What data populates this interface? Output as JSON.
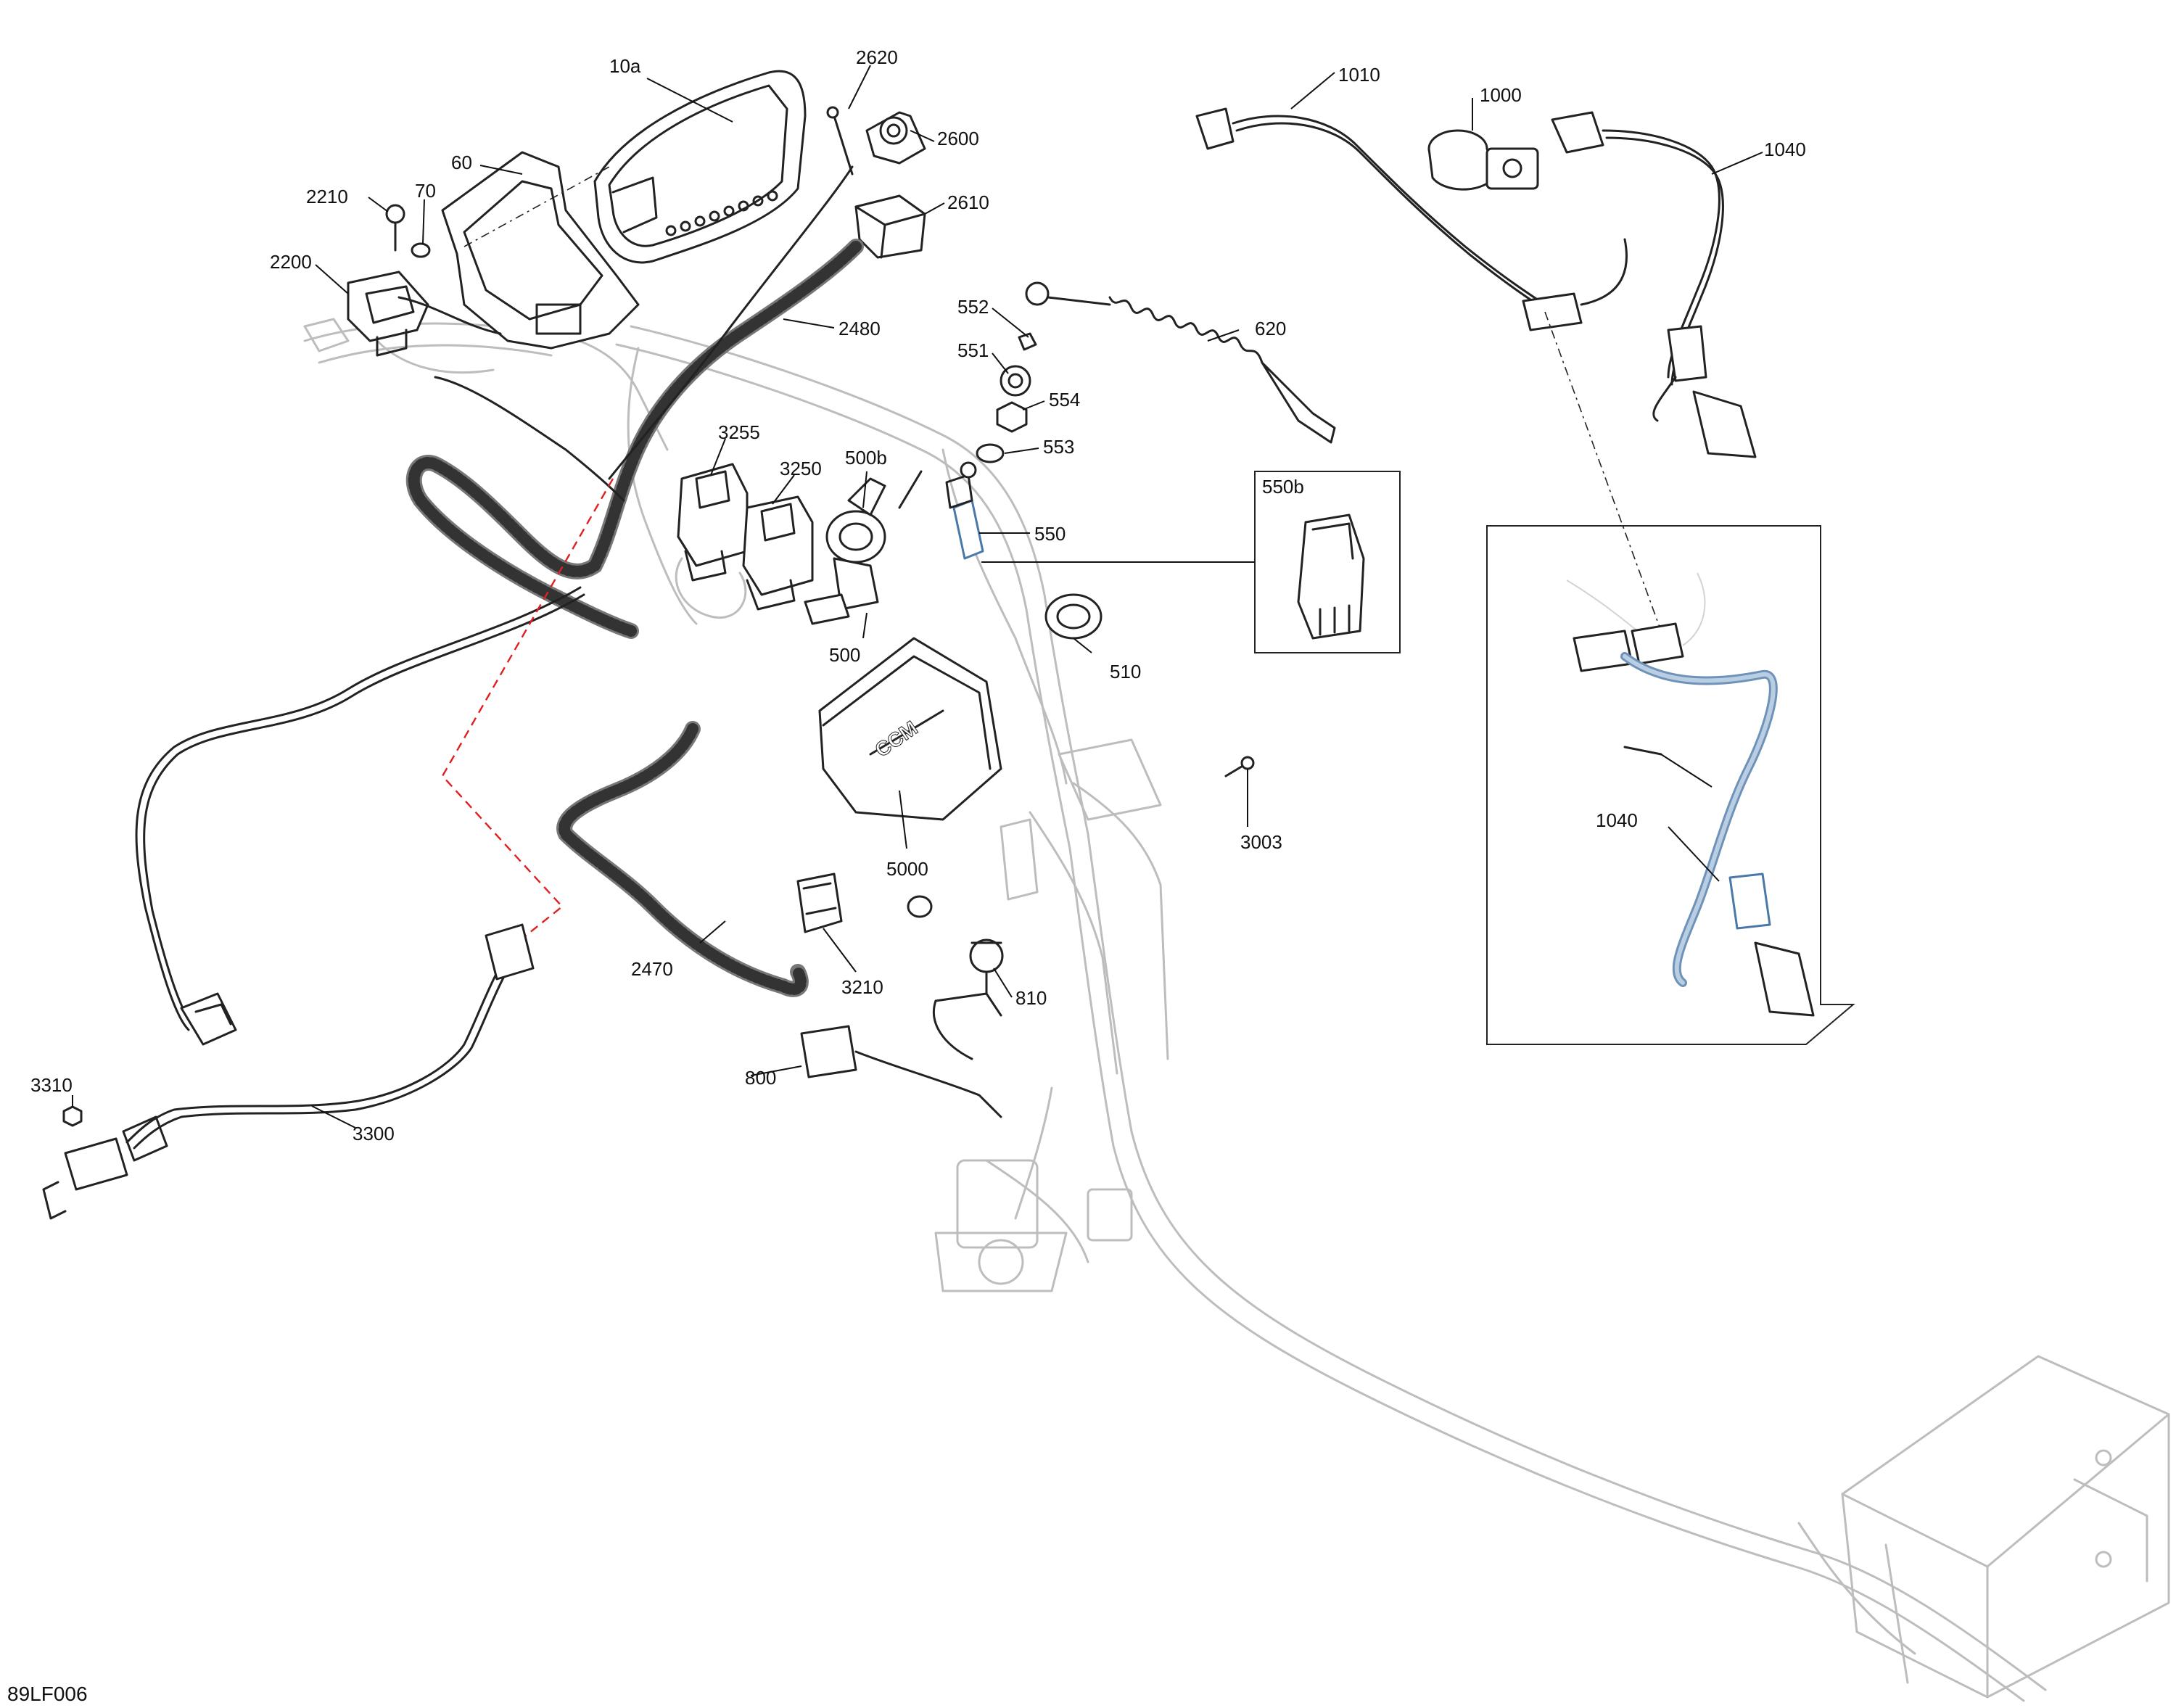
{
  "diagram_id": "89LF006",
  "callouts": {
    "c10a": "10a",
    "c2620": "2620",
    "c2600": "2600",
    "c2610": "2610",
    "c60": "60",
    "c70": "70",
    "c2210": "2210",
    "c2200": "2200",
    "c2480": "2480",
    "c552": "552",
    "c551": "551",
    "c554": "554",
    "c553": "553",
    "c620": "620",
    "c3255": "3255",
    "c3250": "3250",
    "c500b": "500b",
    "c550": "550",
    "c550b": "550b",
    "c510": "510",
    "c500": "500",
    "c5000": "5000",
    "c3003": "3003",
    "c2470": "2470",
    "c3210": "3210",
    "c810": "810",
    "c800": "800",
    "c3310": "3310",
    "c3300": "3300",
    "c1010": "1010",
    "c1000": "1000",
    "c1040a": "1040",
    "c1040b": "1040"
  },
  "colors": {
    "line": "#222222",
    "ghost_frame": "#bdbdbd",
    "routing_dashed": "#e02020",
    "highlight_harness": "#6f92b8"
  }
}
